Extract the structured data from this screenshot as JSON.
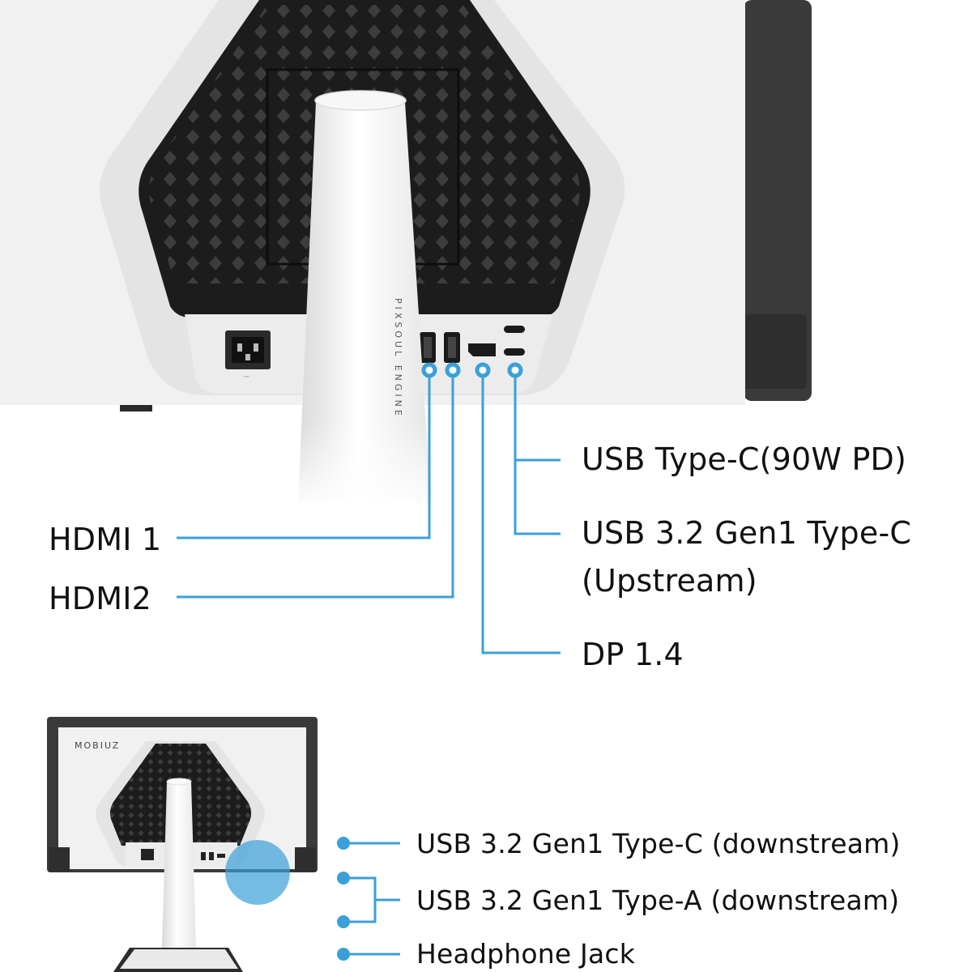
{
  "colors": {
    "accent": "#3aa0d8",
    "bezel": "#3a3a3a",
    "body": "#f1f1f1",
    "grille": "#1c1c1c"
  },
  "product_marks": {
    "column_text": "PIXSOUL ENGINE",
    "brand_text": "MOBIUZ"
  },
  "rear_ports": {
    "hdmi1": "HDMI 1",
    "hdmi2": "HDMI2",
    "usbc_pd": "USB Type-C(90W PD)",
    "usbc_up_line1": "USB 3.2 Gen1 Type-C",
    "usbc_up_line2": "(Upstream)",
    "dp": "DP 1.4"
  },
  "side_ports": {
    "usbc_down": "USB 3.2 Gen1 Type-C (downstream)",
    "usba_down": "USB 3.2 Gen1 Type-A (downstream)",
    "headphone": "Headphone Jack"
  }
}
